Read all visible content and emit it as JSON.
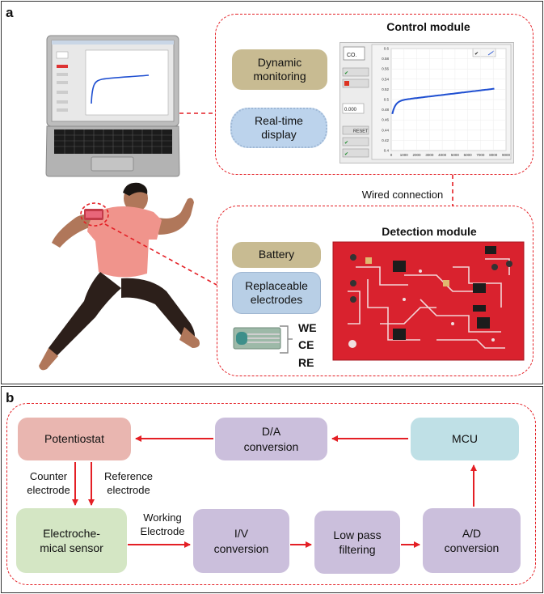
{
  "panel_a": {
    "label": "a",
    "control_module": {
      "title": "Control module",
      "dynamic_monitoring": "Dynamic\nmonitoring",
      "realtime_display": "Real-time\ndisplay"
    },
    "wired_connection": "Wired connection",
    "detection_module": {
      "title": "Detection module",
      "battery": "Battery",
      "replaceable_electrodes": "Replaceable\nelectrodes",
      "electrodes": [
        "WE",
        "CE",
        "RE"
      ]
    },
    "software_chart": {
      "type": "line",
      "x_ticks": [
        "0",
        "1000",
        "2000",
        "3000",
        "4000",
        "5000",
        "6000",
        "7000",
        "8000",
        "9000"
      ],
      "y_ticks": [
        "0.6",
        "0.58",
        "0.56",
        "0.54",
        "0.52",
        "0.5",
        "0.48",
        "0.46",
        "0.44",
        "0.42",
        "0.4"
      ],
      "xlim": [
        0,
        9000
      ],
      "ylim": [
        0.4,
        0.6
      ],
      "color": "#1f4fd1",
      "buttons": [
        "RESET"
      ]
    }
  },
  "panel_b": {
    "label": "b",
    "blocks": {
      "potentiostat": "Potentiostat",
      "da_conversion": "D/A\nconversion",
      "mcu": "MCU",
      "sensor": "Electroche-\nmical sensor",
      "iv_conversion": "I/V\nconversion",
      "low_pass": "Low pass\nfiltering",
      "ad_conversion": "A/D\nconversion"
    },
    "labels": {
      "counter_electrode": "Counter\nelectrode",
      "reference_electrode": "Reference\nelectrode",
      "working_electrode": "Working\nElectrode"
    }
  },
  "colors": {
    "dashed": "#e41f25",
    "arrow": "#e41f25",
    "tan": "#c8bb92",
    "blue": "#b8cfe6",
    "pink": "#e9b6b0",
    "lavender": "#cbbfdc",
    "cyan": "#bfe0e6",
    "green": "#d4e6c4"
  }
}
